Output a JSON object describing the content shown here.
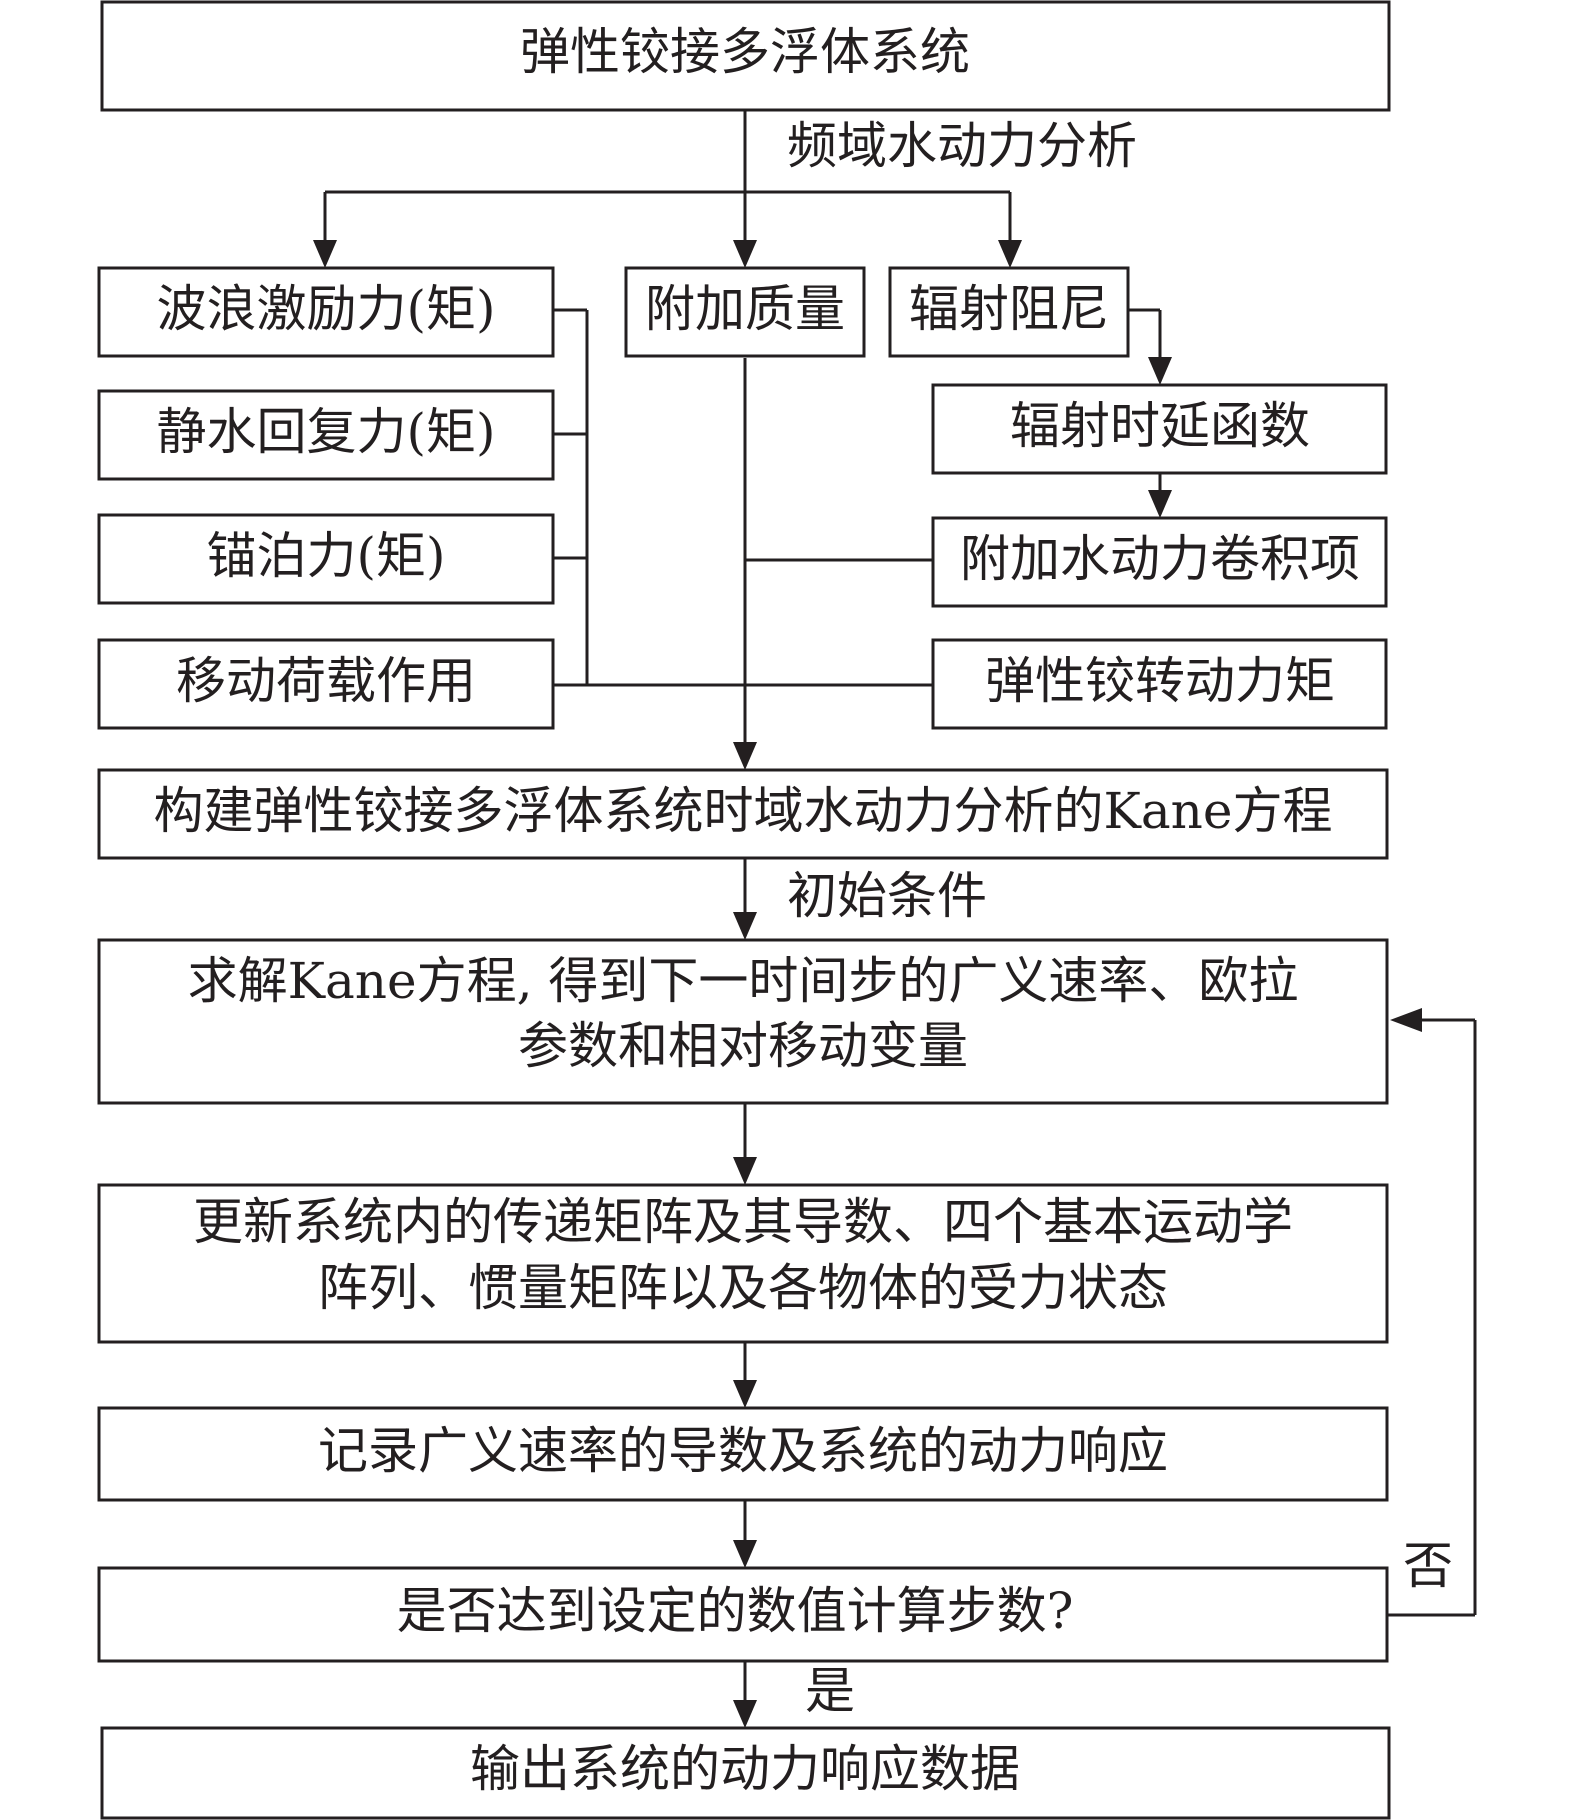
{
  "title": "弹性铰接多浮体系统",
  "labels": {
    "freq": "频域水动力分析",
    "init": "初始条件",
    "no": "否",
    "yes": "是"
  },
  "left_boxes": {
    "wave": "波浪激励力(矩)",
    "hydrostatic": "静水回复力(矩)",
    "mooring": "锚泊力(矩)",
    "moving": "移动荷载作用"
  },
  "mid_box": "附加质量",
  "right_boxes": {
    "damping": "辐射阻尼",
    "delay": "辐射时延函数",
    "convolution": "附加水动力卷积项",
    "hinge": "弹性铰转动力矩"
  },
  "steps": {
    "kane": "构建弹性铰接多浮体系统时域水动力分析的Kane方程",
    "solve_line1": "求解Kane方程, 得到下一时间步的广义速率、欧拉",
    "solve_line2": "参数和相对移动变量",
    "update_line1": "更新系统内的传递矩阵及其导数、四个基本运动学",
    "update_line2": "阵列、惯量矩阵以及各物体的受力状态",
    "record": "记录广义速率的导数及系统的动力响应",
    "check": "是否达到设定的数值计算步数?",
    "output": "输出系统的动力响应数据"
  }
}
